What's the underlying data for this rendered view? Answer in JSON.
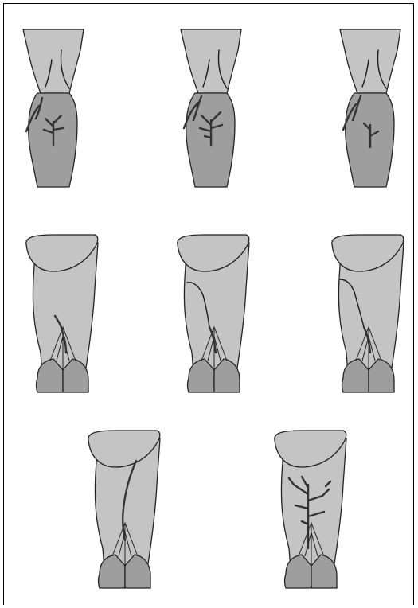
{
  "figure": {
    "panels": [
      {
        "id": "row1-left",
        "view": "posterior-knee"
      },
      {
        "id": "row1-center",
        "view": "posterior-knee"
      },
      {
        "id": "row1-right",
        "view": "posterior-knee"
      },
      {
        "id": "row2-left",
        "view": "posterior-calf"
      },
      {
        "id": "row2-center",
        "view": "posterior-calf"
      },
      {
        "id": "row2-right",
        "view": "posterior-calf"
      },
      {
        "id": "row3-left",
        "view": "posterior-calf"
      },
      {
        "id": "row3-right",
        "view": "posterior-calf"
      }
    ]
  },
  "colors": {
    "background": "#ffffff",
    "border": "#000000",
    "skin_light": "#c4c4c4",
    "skin_dark": "#9e9e9e",
    "outline": "#222222"
  }
}
